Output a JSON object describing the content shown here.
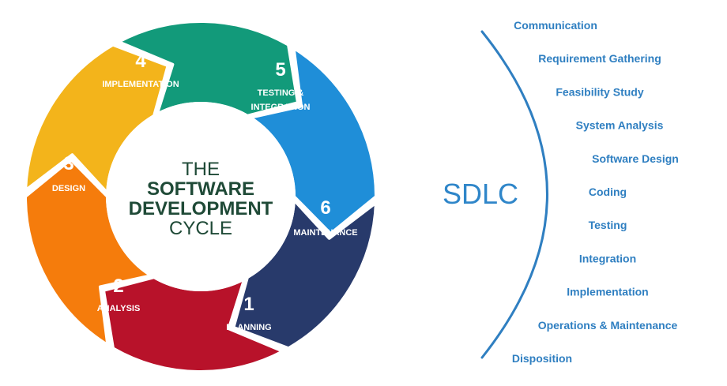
{
  "cycle": {
    "title_line1": "THE",
    "title_line2": "SOFTWARE",
    "title_line3": "DEVELOPMENT",
    "title_line4": "CYCLE",
    "segments": [
      {
        "number": "1",
        "label_line1": "PLANNING",
        "label_line2": "",
        "color": "#b8122a"
      },
      {
        "number": "2",
        "label_line1": "ANALYSIS",
        "label_line2": "",
        "color": "#283a6b"
      },
      {
        "number": "3",
        "label_line1": "DESIGN",
        "label_line2": "",
        "color": "#1f8ed8"
      },
      {
        "number": "4",
        "label_line1": "IMPLEMENTATION",
        "label_line2": "",
        "color": "#129a7a"
      },
      {
        "number": "5",
        "label_line1": "TESTING &",
        "label_line2": "INTEGRATION",
        "color": "#f3b41b"
      },
      {
        "number": "6",
        "label_line1": "MAINTENANCE",
        "label_line2": "",
        "color": "#f57c0c"
      }
    ]
  },
  "sdlc": {
    "title": "SDLC",
    "accent": "#2f7fc1",
    "phases": [
      "Communication",
      "Requirement Gathering",
      "Feasibility Study",
      "System Analysis",
      "Software Design",
      "Coding",
      "Testing",
      "Integration",
      "Implementation",
      "Operations & Maintenance",
      "Disposition"
    ]
  }
}
